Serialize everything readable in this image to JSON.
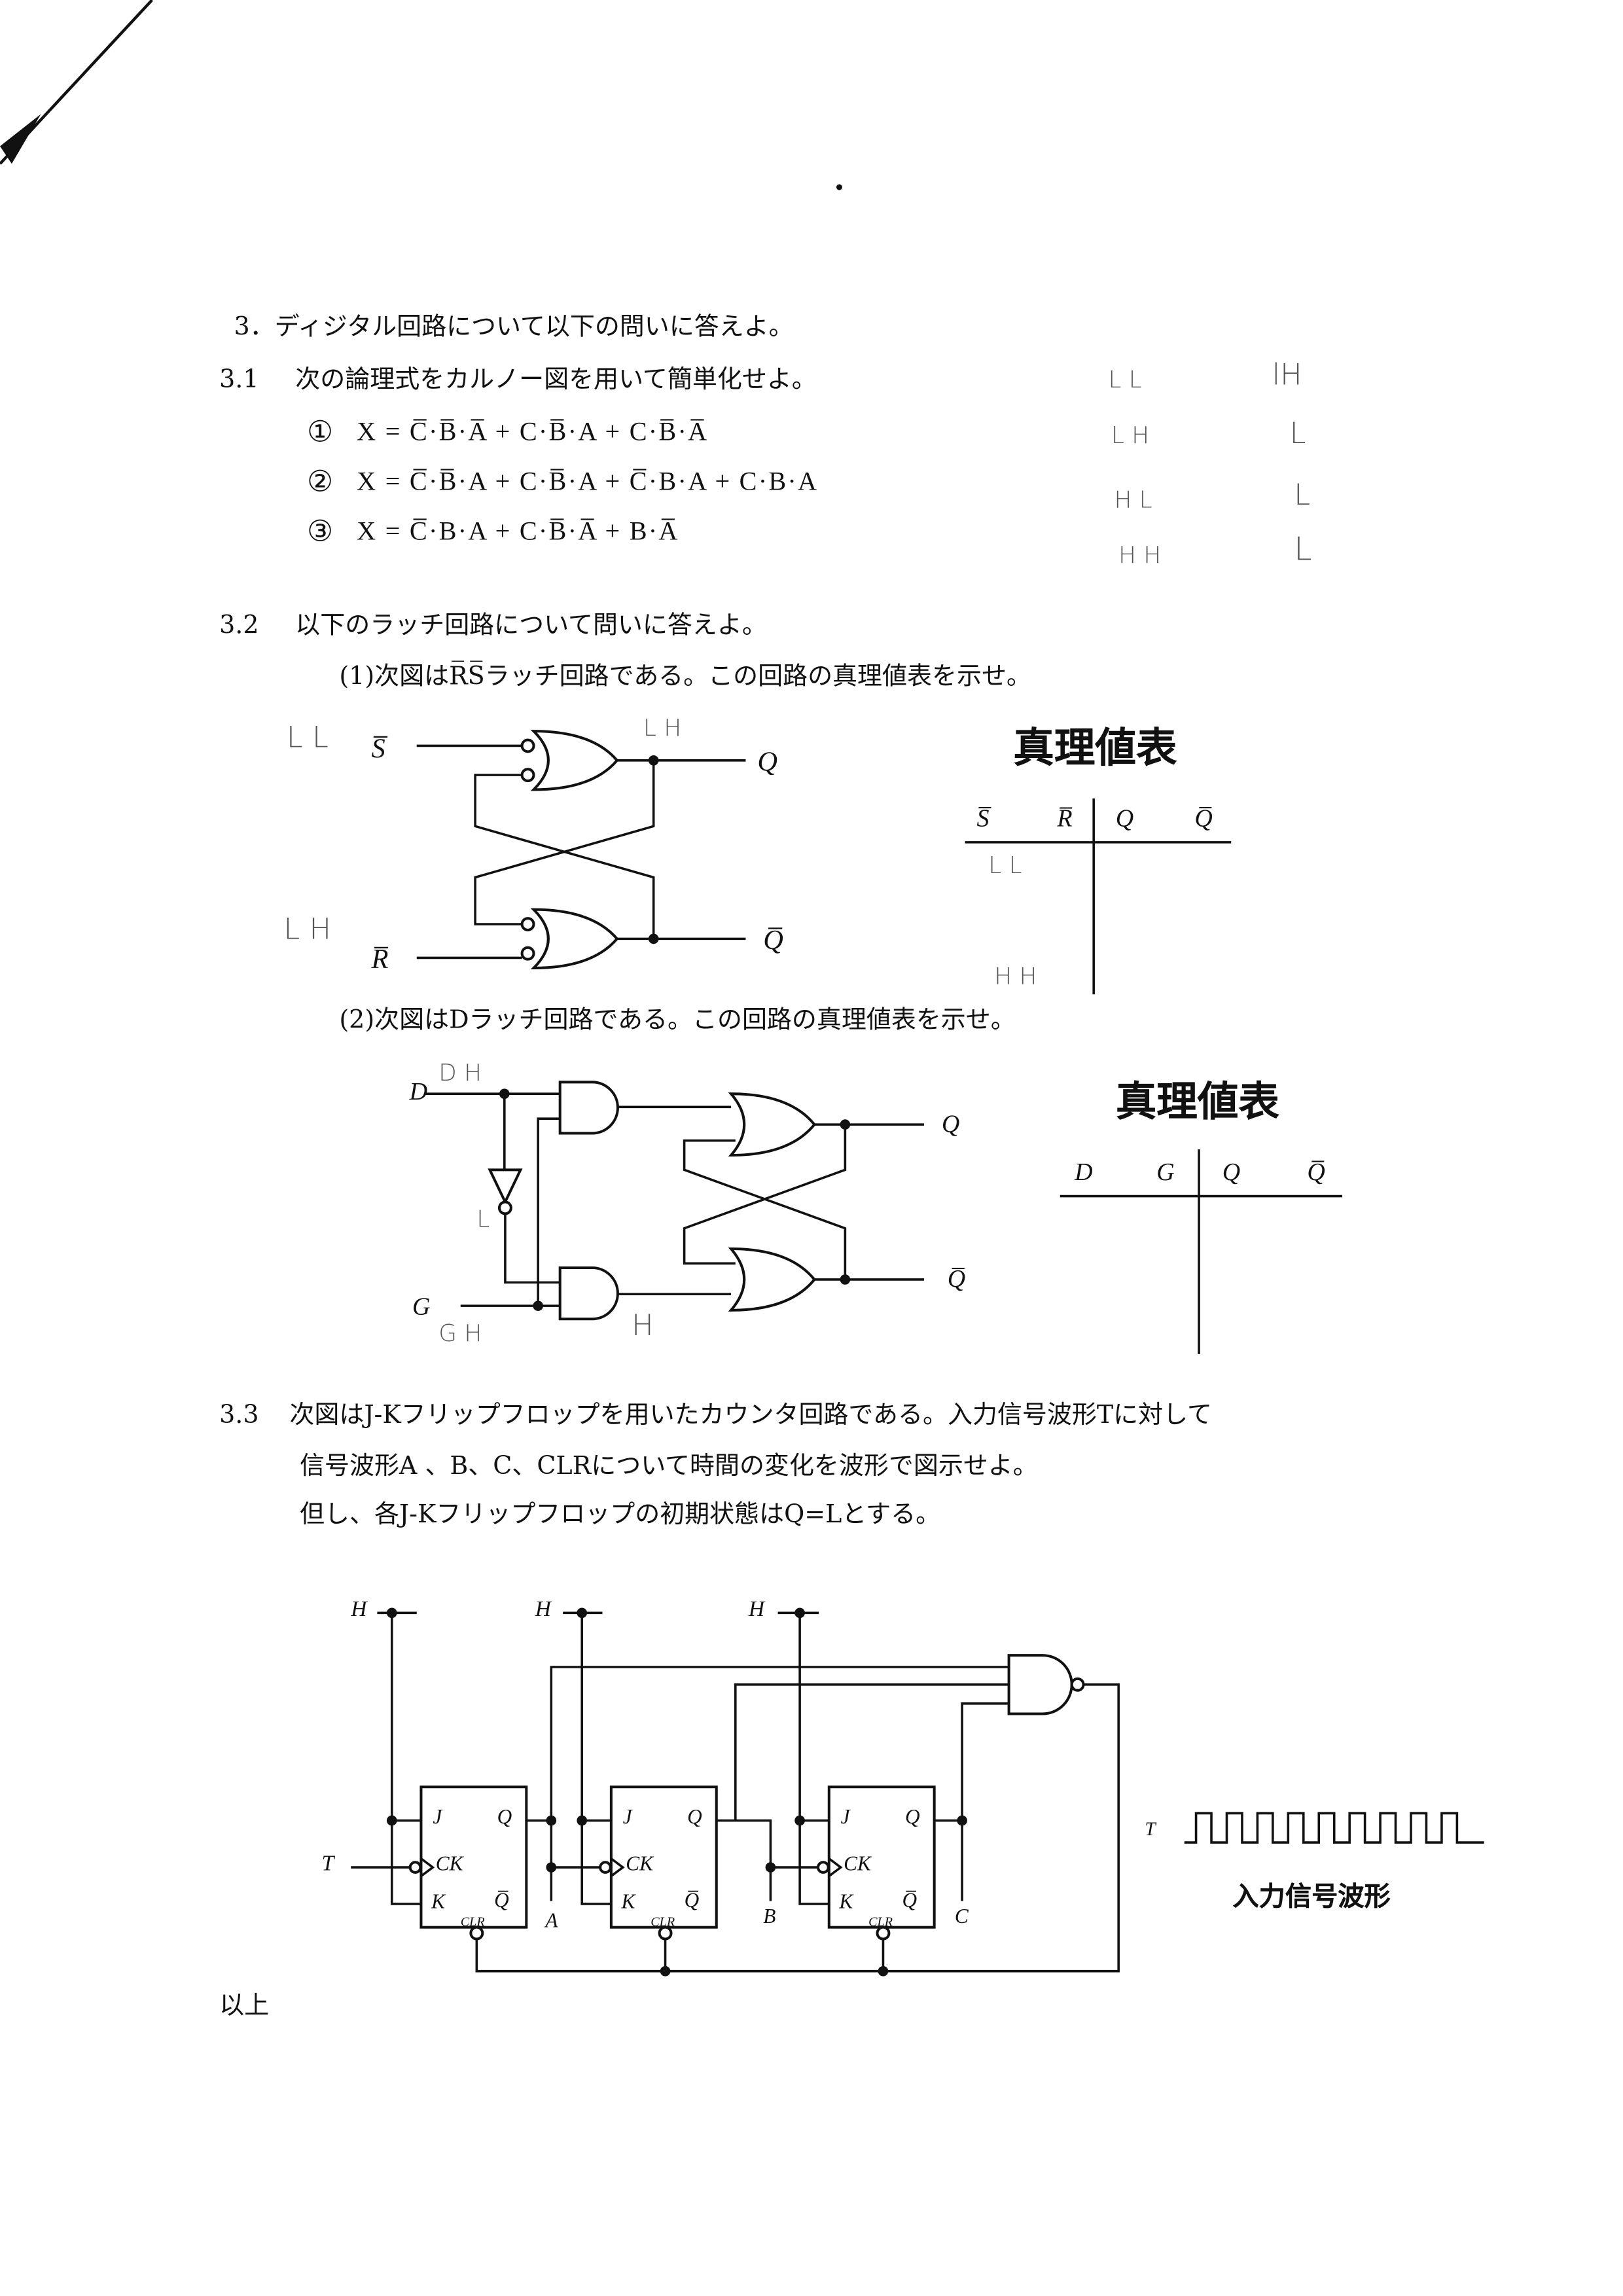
{
  "section_heading": "3．ディジタル回路について以下の問いに答えよ。",
  "q31": {
    "number": "3.1",
    "text": "次の論理式をカルノー図を用いて簡単化せよ。",
    "formulas": [
      {
        "mark": "①",
        "expr": "X = C̅·B̅·A̅ + C·B̅·A + C·B̅·A̅"
      },
      {
        "mark": "②",
        "expr": "X = C̅·B̅·A + C·B̅·A + C̅·B·A + C·B·A"
      },
      {
        "mark": "③",
        "expr": "X = C̅·B·A + C·B̅·A̅ + B·A̅"
      }
    ]
  },
  "q32": {
    "number": "3.2",
    "text": "以下のラッチ回路について問いに答えよ。",
    "part1": "(1)次図はR̅S̅ラッチ回路である。この回路の真理値表を示せ。",
    "part2": "(2)次図はDラッチ回路である。この回路の真理値表を示せ。",
    "rs_latch": {
      "in_s": "S̅",
      "in_r": "R̅",
      "out_q": "Q",
      "out_qbar": "Q̅"
    },
    "d_latch": {
      "in_d": "D",
      "in_g": "G",
      "out_q": "Q",
      "out_qbar": "Q̅"
    },
    "table1": {
      "title": "真理値表",
      "headers": [
        "S̅",
        "R̅",
        "Q",
        "Q̅"
      ]
    },
    "table2": {
      "title": "真理値表",
      "headers": [
        "D",
        "G",
        "Q",
        "Q̅"
      ]
    }
  },
  "q33": {
    "number": "3.3",
    "lines": [
      "次図はJ-Kフリップフロップを用いたカウンタ回路である。入力信号波形Tに対して",
      "信号波形A 、B、C、CLRについて時間の変化を波形で図示せよ。",
      "但し、各J-Kフリップフロップの初期状態はQ=Lとする。"
    ],
    "circuit": {
      "h_label": "H",
      "t_label": "T",
      "ff_pins": {
        "j": "J",
        "k": "K",
        "ck": "CK",
        "q": "Q",
        "qbar": "Q̅",
        "clr": "CLR"
      },
      "outputs": [
        "A",
        "B",
        "C"
      ]
    },
    "input_waveform": {
      "label": "T",
      "caption": "入力信号波形",
      "pulse_count": 9
    }
  },
  "end_mark": "以上",
  "handwritten": {
    "karnaugh_notes": [
      "L  L",
      "lH",
      "L  H",
      "L",
      "H  L",
      "L",
      "H  H",
      "L"
    ],
    "rs_notes": [
      "L  L",
      "L  H",
      "L  H",
      "L  L",
      "H  H"
    ],
    "d_notes": [
      "D H",
      "L",
      "G H",
      "H"
    ]
  }
}
